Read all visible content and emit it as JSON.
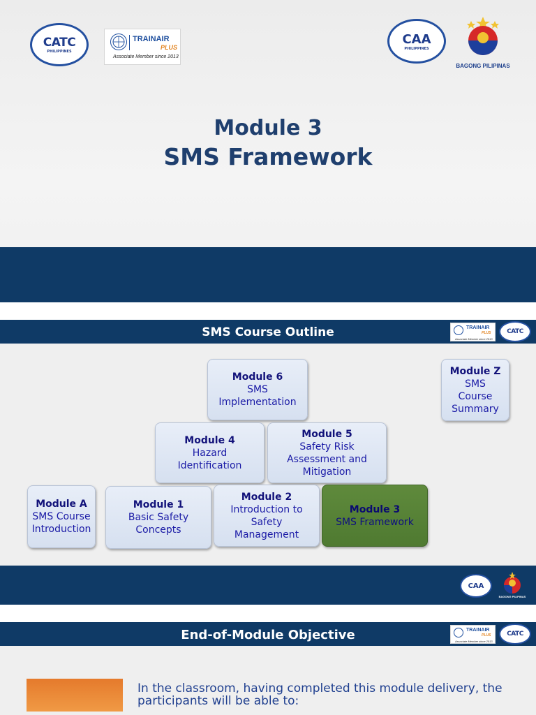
{
  "slide1": {
    "title_line1": "Module 3",
    "title_line2": "SMS Framework",
    "logos": {
      "catc": "CATC",
      "catc_ring": "PHILIPPINES",
      "trainair_name": "TRAINAIR",
      "trainair_plus": "PLUS",
      "trainair_sub": "Associate Member since 2013",
      "caa": "CAA",
      "caa_ring": "PHILIPPINES",
      "bagong_pilipinas": "BAGONG PILIPINAS"
    }
  },
  "slide2": {
    "header": "SMS Course Outline",
    "modules": [
      {
        "id": "module-6",
        "title": "Module 6",
        "lines": [
          "SMS Implementation"
        ]
      },
      {
        "id": "module-z",
        "title": "Module Z",
        "lines": [
          "SMS",
          "Course",
          "Summary"
        ]
      },
      {
        "id": "module-4",
        "title": "Module 4",
        "lines": [
          "Hazard",
          "Identification"
        ]
      },
      {
        "id": "module-5",
        "title": "Module 5",
        "lines": [
          "Safety Risk",
          "Assessment and",
          "Mitigation"
        ]
      },
      {
        "id": "module-a",
        "title": "Module A",
        "lines": [
          "SMS Course",
          "Introduction"
        ]
      },
      {
        "id": "module-1",
        "title": "Module 1",
        "lines": [
          "Basic Safety",
          "Concepts"
        ]
      },
      {
        "id": "module-2",
        "title": "Module 2",
        "lines": [
          "Introduction to",
          "Safety",
          "Management"
        ]
      },
      {
        "id": "module-3",
        "title": "Module 3",
        "lines": [
          "SMS Framework"
        ]
      }
    ],
    "active_module": "module-3",
    "colors": {
      "active": "#4f7a31",
      "band": "#0f3a66"
    }
  },
  "slide3": {
    "header": "End-of-Module Objective",
    "objective_line1": "In the classroom, having completed this module delivery, the",
    "objective_line2": "participants will be able to:"
  }
}
